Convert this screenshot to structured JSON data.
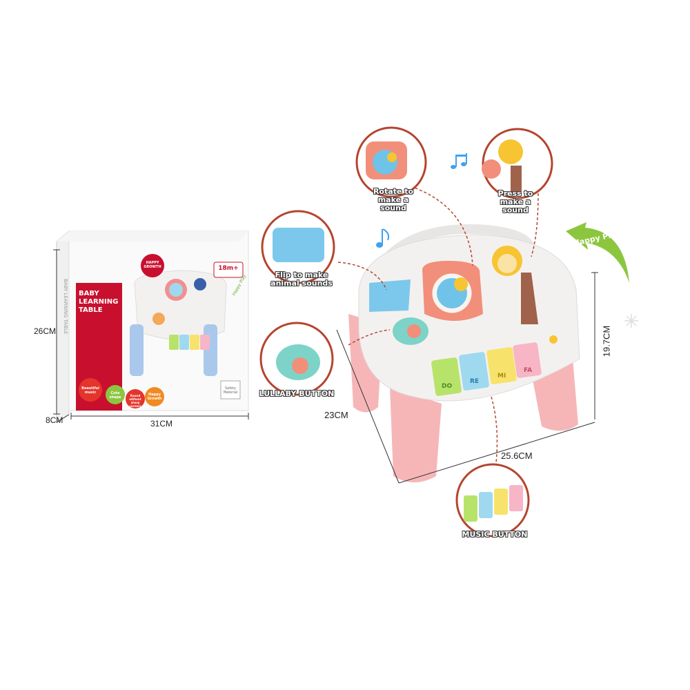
{
  "box": {
    "title_line1": "BABY",
    "title_line2": "LEARNING",
    "title_line3": "TABLE",
    "side_text": "BABY LEARNING TABLE",
    "badge_top": "HAPPY GROWTH",
    "age_badge": "18m+",
    "tag_happy_play": "Happy Play",
    "feature_1": "Beautiful music",
    "feature_2": "Cute shape",
    "feature_3": "Round without sharp corners",
    "feature_4": "Happy Growth",
    "safety": "Safety Material"
  },
  "dimensions": {
    "box_height": "26CM",
    "box_depth": "8CM",
    "box_width": "31CM",
    "table_depth": "23CM",
    "table_width": "25.6CM",
    "table_height": "19.7CM"
  },
  "callouts": {
    "rotate": "Rotate to make a sound",
    "press": "Press to make a sound",
    "flip": "Flip to make animal sounds",
    "lullaby": "LULLABY BUTTON",
    "music": "MUSIC BUTTON"
  },
  "happy_play": "Happy Play",
  "piano_keys": [
    "DO",
    "RE",
    "MI",
    "FA"
  ],
  "colors": {
    "box_red": "#c8102e",
    "table_pink": "#f6b6b8",
    "table_white": "#f3f1f0",
    "key_green": "#b8e36a",
    "key_blue": "#9fd9ef",
    "key_yellow": "#f7e36b",
    "key_pink": "#f7b5c6",
    "arrow_green": "#8cc63f",
    "note_blue": "#3fa2ef"
  }
}
